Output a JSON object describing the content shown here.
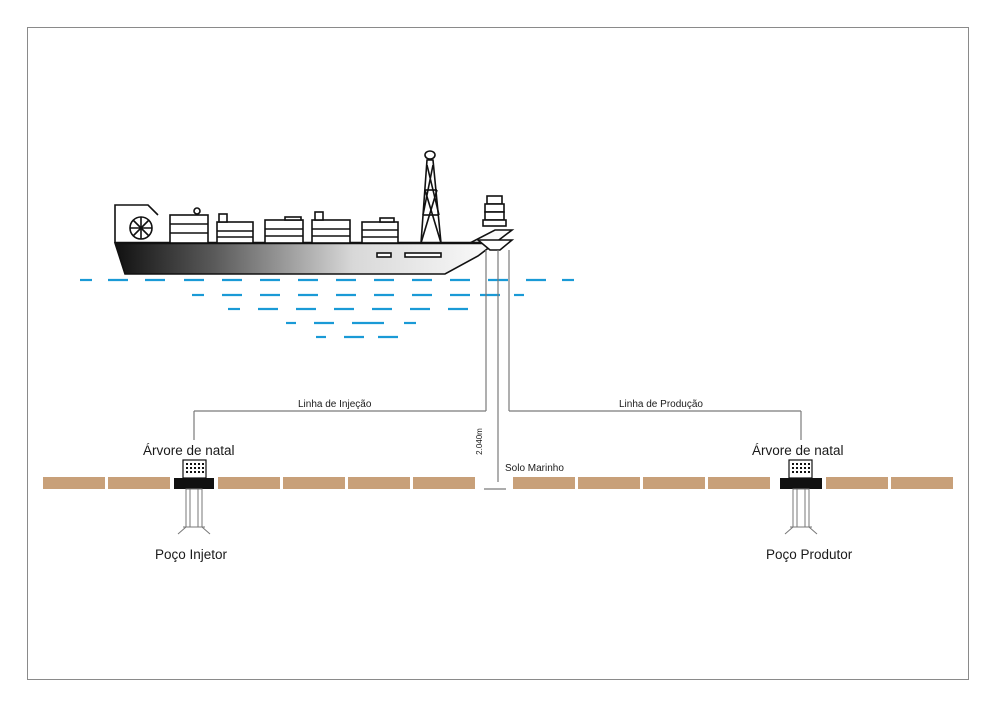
{
  "diagram": {
    "labels": {
      "injection_line": "Linha de Injeção",
      "production_line": "Linha de Produção",
      "tree_left": "Árvore de natal",
      "tree_right": "Árvore de natal",
      "depth": "2.040m",
      "seabed": "Solo Marinho",
      "well_injector": "Poço Injetor",
      "well_producer": "Poço Produtor"
    },
    "colors": {
      "water": "#1a9ad6",
      "seabed": "#c8a079",
      "line": "#7a7a7a",
      "hull_dark": "#111111"
    },
    "icons": [
      "fpso-ship-icon",
      "christmas-tree-icon",
      "wellhead-icon"
    ]
  }
}
